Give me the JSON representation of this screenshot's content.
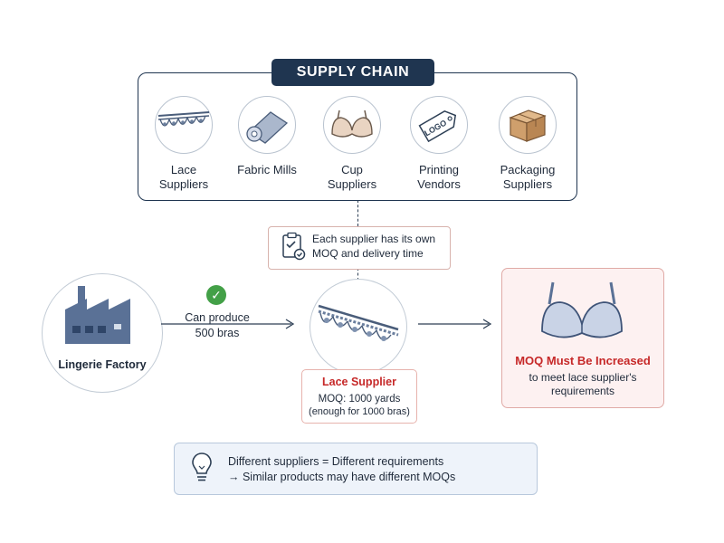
{
  "supply_chain": {
    "title": "SUPPLY CHAIN",
    "suppliers": [
      {
        "label": "Lace\nSuppliers",
        "icon": "lace-trim-icon"
      },
      {
        "label": "Fabric Mills",
        "icon": "fabric-roll-icon"
      },
      {
        "label": "Cup\nSuppliers",
        "icon": "bra-cups-icon"
      },
      {
        "label": "Printing\nVendors",
        "icon": "logo-tag-icon"
      },
      {
        "label": "Packaging\nSuppliers",
        "icon": "box-icon"
      }
    ]
  },
  "moq_note": {
    "text": "Each supplier has its own\nMOQ and delivery time",
    "icon": "checklist-icon"
  },
  "factory": {
    "label": "Lingerie Factory",
    "icon": "factory-icon",
    "capacity_text": "Can produce\n500 bras",
    "check_icon": "check-circle-icon"
  },
  "lace_supplier": {
    "title": "Lace Supplier",
    "moq": "MOQ: 1000 yards",
    "note": "(enough for 1000 bras)",
    "icon": "lace-trim-icon"
  },
  "result": {
    "title": "MOQ Must Be Increased",
    "subtitle": "to meet lace supplier's\nrequirements",
    "icon": "bra-icon"
  },
  "bottom_note": {
    "text": "Different suppliers = Different requirements\n→ Similar products may have different MOQs",
    "icon": "lightbulb-icon"
  },
  "colors": {
    "navy": "#1f3550",
    "alert_red": "#c62828",
    "success_green": "#43a047",
    "result_bg": "#fdf1f1",
    "note_bg": "#eef3fa"
  }
}
